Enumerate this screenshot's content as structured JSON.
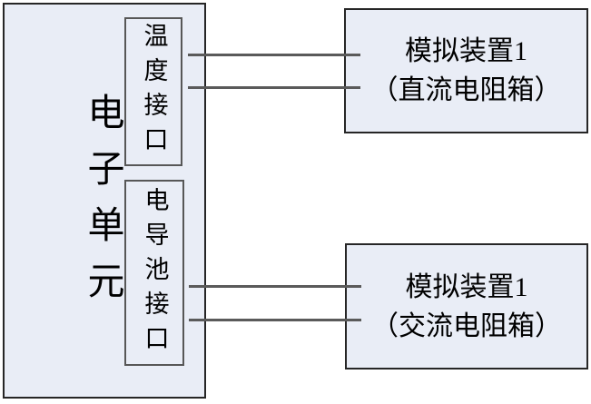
{
  "colors": {
    "background": "#ffffff",
    "box_fill": "#e9edf6",
    "outer_border": "#262626",
    "interface_border": "#575757",
    "connector": "#5a5a5a",
    "text": "#000000"
  },
  "electronic_unit": {
    "label": "电子单元"
  },
  "interfaces": {
    "temperature": {
      "label": "温度接口"
    },
    "conductivity_cell": {
      "label": "电导池接口"
    }
  },
  "devices": {
    "dc": {
      "line1": "模拟装置1",
      "line2": "（直流电阻箱）"
    },
    "ac": {
      "line1": "模拟装置1",
      "line2": "（交流电阻箱）"
    }
  }
}
